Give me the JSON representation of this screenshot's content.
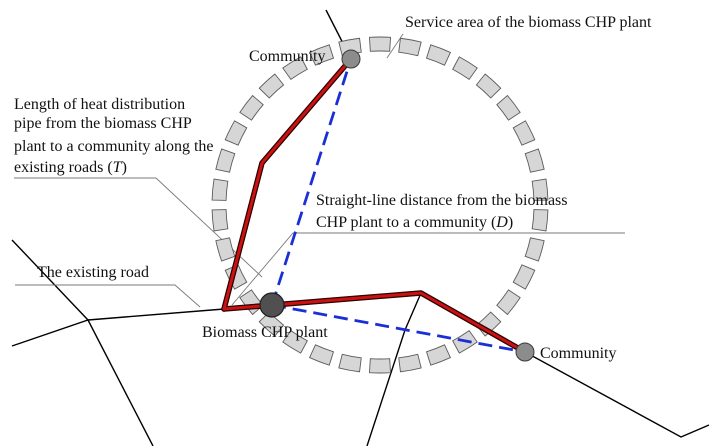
{
  "labels": {
    "service_area": "Service area of the biomass CHP plant",
    "community_top": "Community",
    "community_right": "Community",
    "pipe_line1": "Length of heat distribution",
    "pipe_line2": "pipe from the biomass CHP",
    "pipe_line3": "plant to a community along the",
    "pipe_line4_pre": "existing roads (",
    "pipe_line4_var": "T",
    "pipe_line4_post": ")",
    "straight_line1": "Straight-line distance from the biomass",
    "straight_line2_pre": "CHP plant to a community (",
    "straight_line2_var": "D",
    "straight_line2_post": ")",
    "existing_road": "The existing road",
    "plant": "Biomass CHP plant"
  },
  "colors": {
    "pipe_red": "#cc1111",
    "pipe_outline": "#2a0000",
    "straight_blue": "#1a2fd6",
    "service_dash_fill": "#d6d6d6",
    "service_dash_stroke": "#5c5c5c",
    "road": "#000000",
    "leader": "#7a7a7a",
    "node_fill": "#8c8c8c",
    "plant_fill": "#505050"
  }
}
